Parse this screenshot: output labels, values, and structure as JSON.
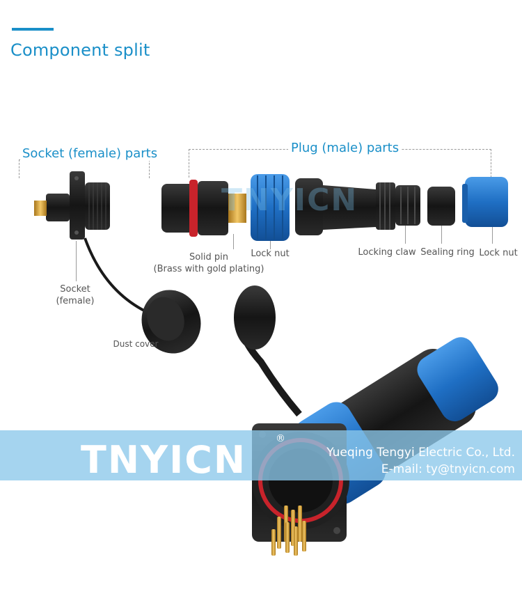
{
  "section": {
    "title": "Component split"
  },
  "groups": {
    "socket": "Socket (female) parts",
    "plug": "Plug (male)  parts"
  },
  "labels": {
    "solid_pin": "Solid pin",
    "solid_pin_note": "(Brass with gold plating)",
    "lock_nut_1": "Lock nut",
    "locking_claw": "Locking claw",
    "sealing_ring": "Sealing ring",
    "lock_nut_2": "Lock nut",
    "socket_1": "Socket",
    "socket_2": "(female)",
    "dust_cover": "Dust cover"
  },
  "brand": {
    "logo": "TNYICN",
    "registered": "®",
    "company": "Yueqing Tengyi Electric Co., Ltd.",
    "email": "E-mail: ty@tnyicn.com"
  },
  "colors": {
    "accent": "#1a8fc8",
    "connector_blue": "#1f6fc4",
    "body_black": "#1c1c1c",
    "seal_red": "#c8232b",
    "pin_gold": "#d6a33a",
    "banner": "#8cc8eb"
  }
}
